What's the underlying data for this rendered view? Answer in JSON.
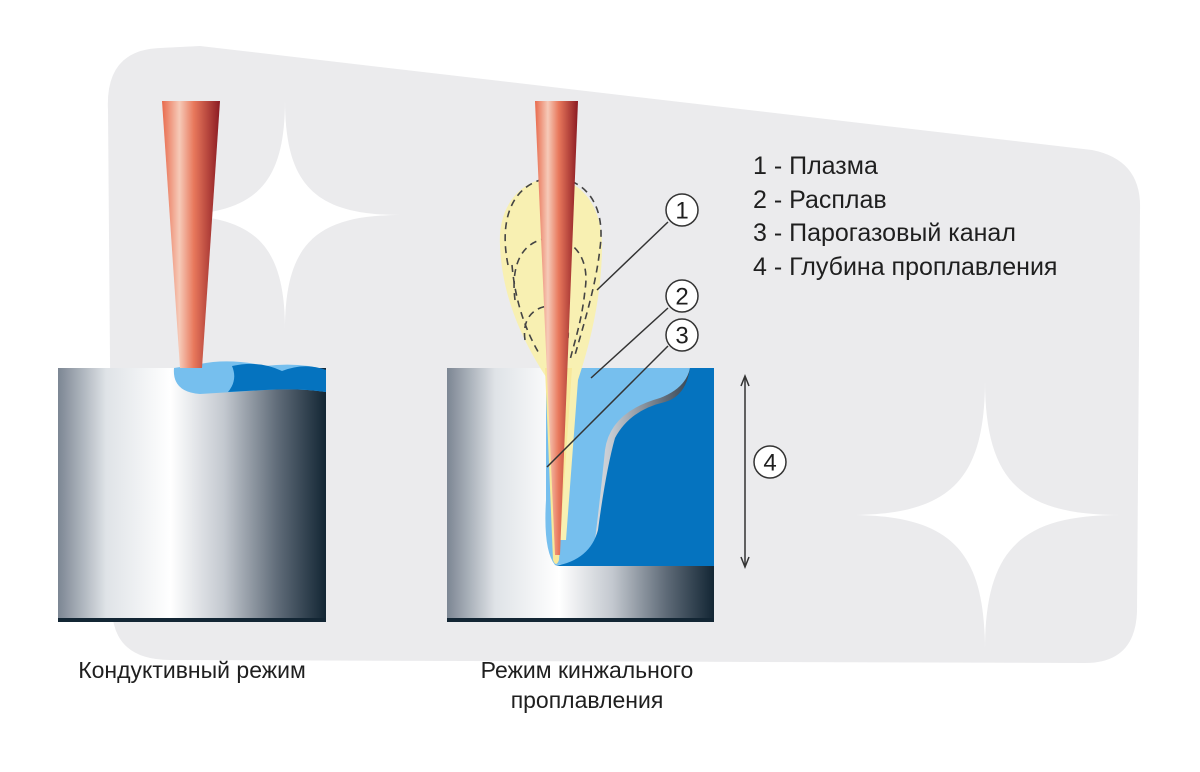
{
  "legend": {
    "items": [
      "1 - Плазма",
      "2 - Расплав",
      "3 - Парогазовый канал",
      "4 - Глубина проплавления"
    ]
  },
  "markers": [
    "1",
    "2",
    "3",
    "4"
  ],
  "captions": {
    "conductive": "Кондуктивный режим",
    "keyhole_line1": "Режим кинжального",
    "keyhole_line2": "проплавления"
  },
  "colors": {
    "background_panel": "#ebebed",
    "decor_star": "#ffffff",
    "beam_light": "#f6cab8",
    "beam_mid": "#e86a4c",
    "beam_dark": "#8b1a22",
    "plasma": "#f8f0b2",
    "melt_light": "#76bfee",
    "melt_dark": "#0573bf",
    "metal_light": "#ffffff",
    "metal_dark": "#132634",
    "line": "#333333"
  }
}
